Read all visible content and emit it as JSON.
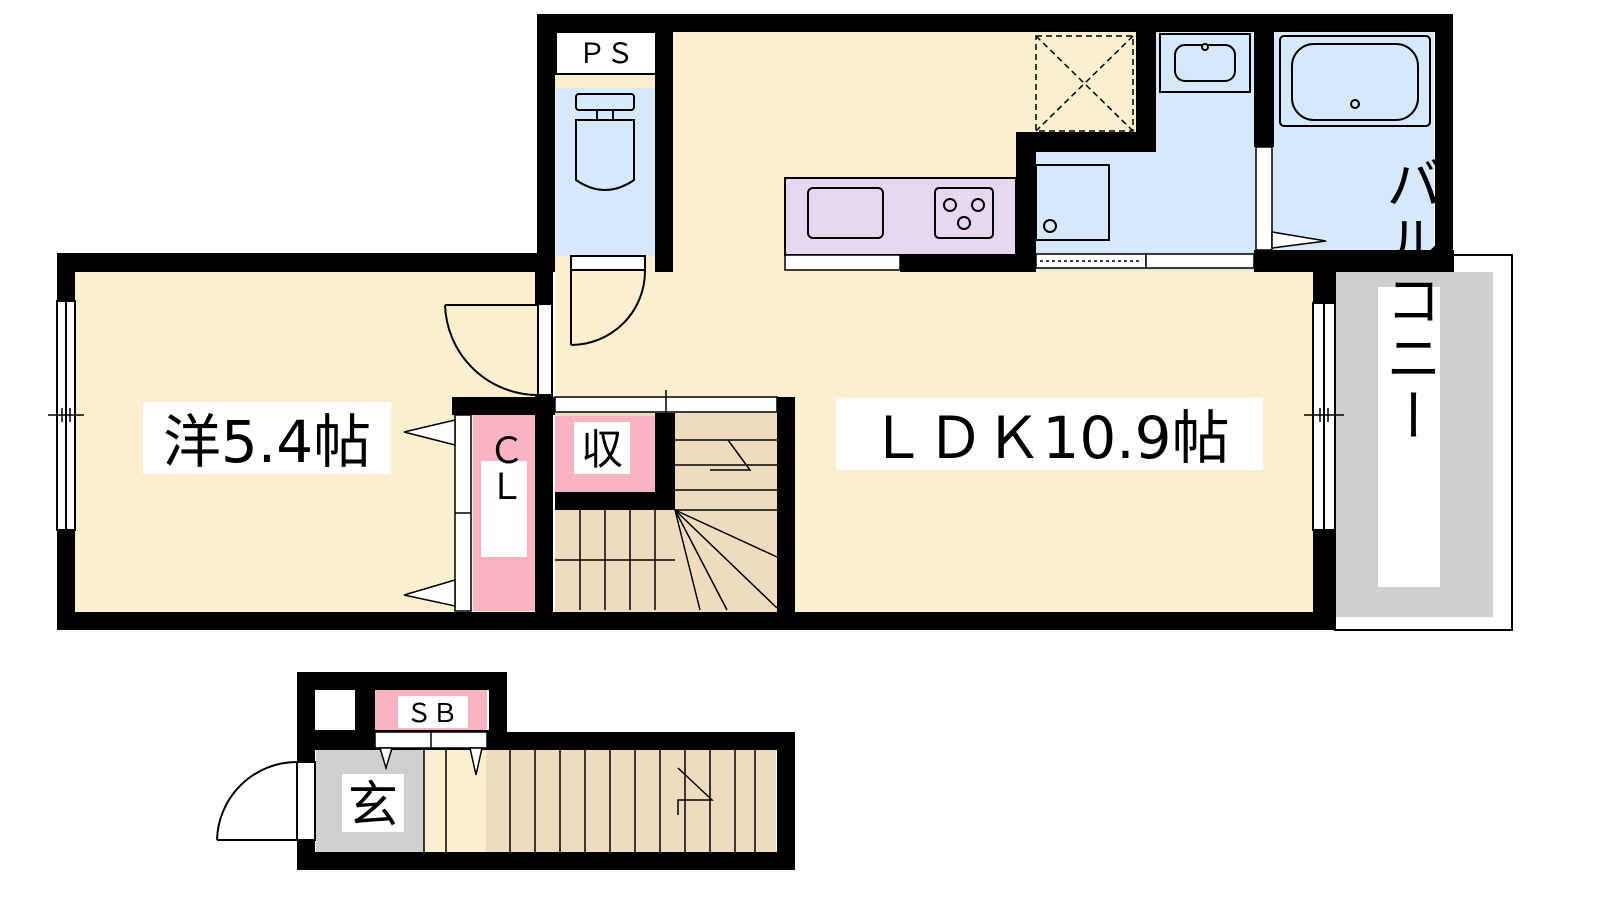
{
  "labels": {
    "western_room": "洋5.4帖",
    "ldk": "ＬＤＫ10.9帖",
    "balcony": "バルコニー",
    "closet": "ＣＬ",
    "storage": "収",
    "pipe_space": "ＰＳ",
    "shoe_box": "ＳＢ",
    "entrance": "玄"
  },
  "colors": {
    "wall": "#000000",
    "room_floor": "#fcefd0",
    "wet_area": "#d6e8fb",
    "closet": "#f8b4c0",
    "kitchen_counter": "#e7d8f2",
    "stairs": "#efdcbe",
    "balcony": "#cfcfcf",
    "entrance": "#d0d0d0"
  }
}
